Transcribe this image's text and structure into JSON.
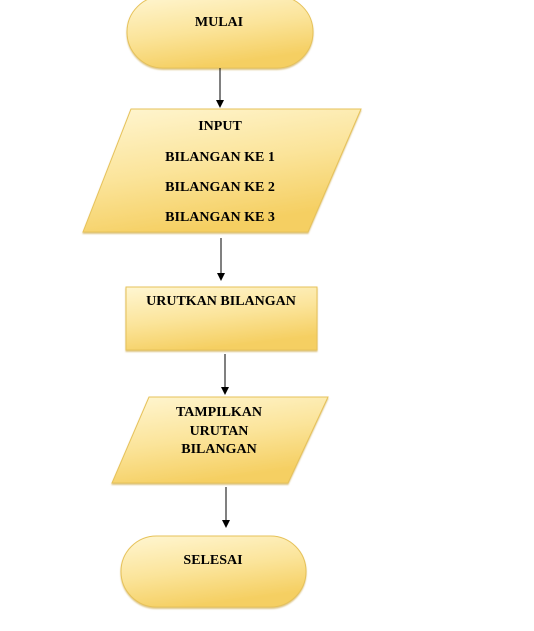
{
  "colors": {
    "fill_light": "#fff6d2",
    "fill_dark": "#f7d36c",
    "edge": "#e0b54a",
    "arrow": "#000000"
  },
  "flowchart": {
    "start": {
      "label": "MULAI"
    },
    "input": {
      "lines": [
        "INPUT",
        "BILANGAN KE 1",
        "BILANGAN KE 2",
        "BILANGAN KE 3"
      ]
    },
    "process": {
      "label": "URUTKAN BILANGAN"
    },
    "output": {
      "lines": [
        "TAMPILKAN",
        "URUTAN",
        "BILANGAN"
      ]
    },
    "end": {
      "label": "SELESAI"
    },
    "edges": [
      {
        "from": "start",
        "to": "input"
      },
      {
        "from": "input",
        "to": "process"
      },
      {
        "from": "process",
        "to": "output"
      },
      {
        "from": "output",
        "to": "end"
      }
    ]
  }
}
